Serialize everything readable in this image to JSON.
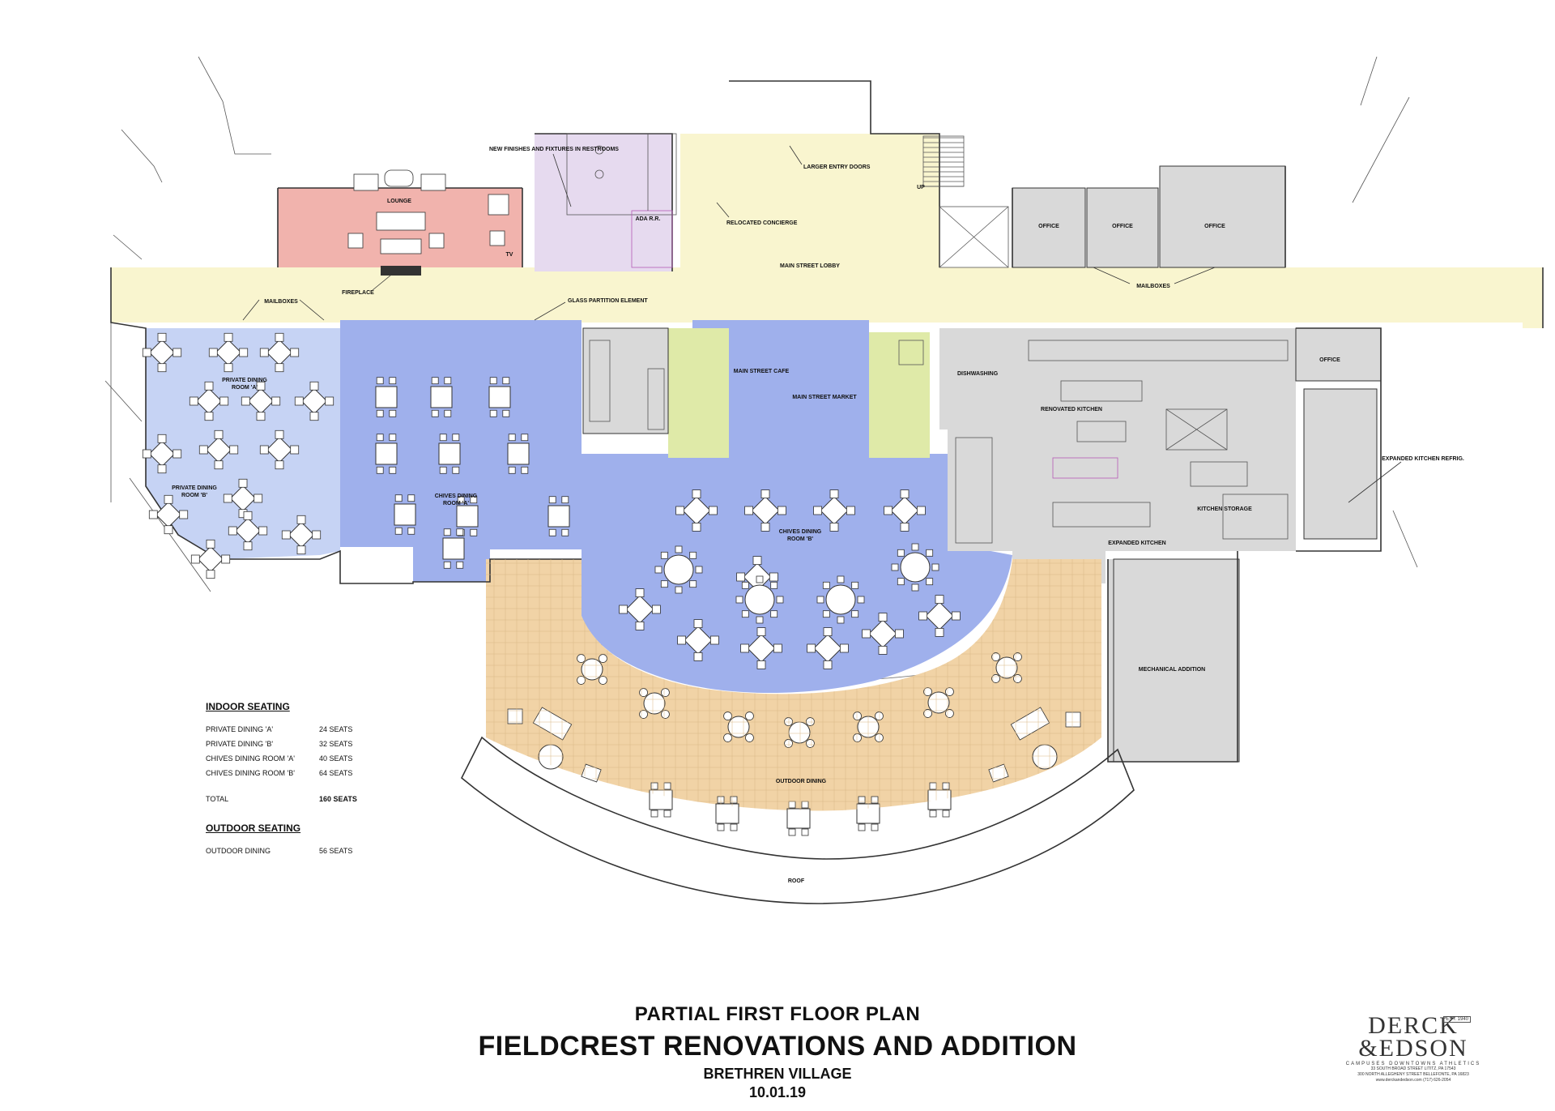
{
  "colors": {
    "lobby": "#f9f5cf",
    "lounge": "#f1b3ad",
    "restrooms": "#e6daef",
    "private_dining": "#c6d3f4",
    "chives_dining": "#9fb0ec",
    "cafe_market": "#dfeaa8",
    "kitchen": "#d9d9d9",
    "outdoor_dining": "#f1d3a6",
    "mechanical": "#d6d6d6"
  },
  "rooms": {
    "lounge": "LOUNGE",
    "lobby": "MAIN STREET LOBBY",
    "ada_rr": "ADA R.R.",
    "office_1": "OFFICE",
    "office_2": "OFFICE",
    "office_3": "OFFICE",
    "office_4": "OFFICE",
    "private_a": "PRIVATE DINING ROOM 'A'",
    "private_b": "PRIVATE DINING ROOM 'B'",
    "chives_a": "CHIVES DINING ROOM 'A'",
    "chives_b": "CHIVES DINING ROOM 'B'",
    "cafe": "MAIN STREET CAFE",
    "market": "MAIN STREET MARKET",
    "dishwashing": "DISHWASHING",
    "renovated_kitchen": "RENOVATED KITCHEN",
    "expanded_kitchen": "EXPANDED KITCHEN",
    "kitchen_storage": "KITCHEN STORAGE",
    "kitchen_refrig": "EXPANDED KITCHEN REFRIG.",
    "mechanical": "MECHANICAL ADDITION",
    "outdoor": "OUTDOOR DINING",
    "roof": "ROOF"
  },
  "annotations": {
    "restrooms": "NEW FINISHES AND FIXTURES IN RESTROOMS",
    "entry_doors": "LARGER ENTRY DOORS",
    "concierge": "RELOCATED CONCIERGE",
    "mailboxes_left": "MAILBOXES",
    "mailboxes_right": "MAILBOXES",
    "glass_partition": "GLASS PARTITION ELEMENT",
    "fireplace": "FIREPLACE",
    "tv": "TV",
    "up": "UP"
  },
  "legend": {
    "indoor_title": "INDOOR SEATING",
    "indoor_rows": [
      {
        "label": "PRIVATE DINING 'A'",
        "seats": "24 SEATS"
      },
      {
        "label": "PRIVATE DINING 'B'",
        "seats": "32 SEATS"
      },
      {
        "label": "CHIVES DINING ROOM 'A'",
        "seats": "40 SEATS"
      },
      {
        "label": "CHIVES DINING ROOM 'B'",
        "seats": "64 SEATS"
      }
    ],
    "total_label": "TOTAL",
    "total_seats": "160 SEATS",
    "outdoor_title": "OUTDOOR SEATING",
    "outdoor_rows": [
      {
        "label": "OUTDOOR DINING",
        "seats": "56 SEATS"
      }
    ]
  },
  "title": {
    "line1": "PARTIAL FIRST FLOOR PLAN",
    "line2": "FIELDCREST RENOVATIONS AND ADDITION",
    "line3": "BRETHREN VILLAGE",
    "date": "10.01.19"
  },
  "logo": {
    "name_line1": "DERCK",
    "name_line2": "&EDSON",
    "est": "EST. 1940",
    "tagline": "CAMPUSES DOWNTOWNS ATHLETICS",
    "address1": "33 SOUTH BROAD STREET LITITZ, PA 17543",
    "address2": "300 NORTH ALLEGHENY STREET BELLEFONTE, PA 16823",
    "contact": "www.derckandedson.com (717) 626-2054"
  }
}
